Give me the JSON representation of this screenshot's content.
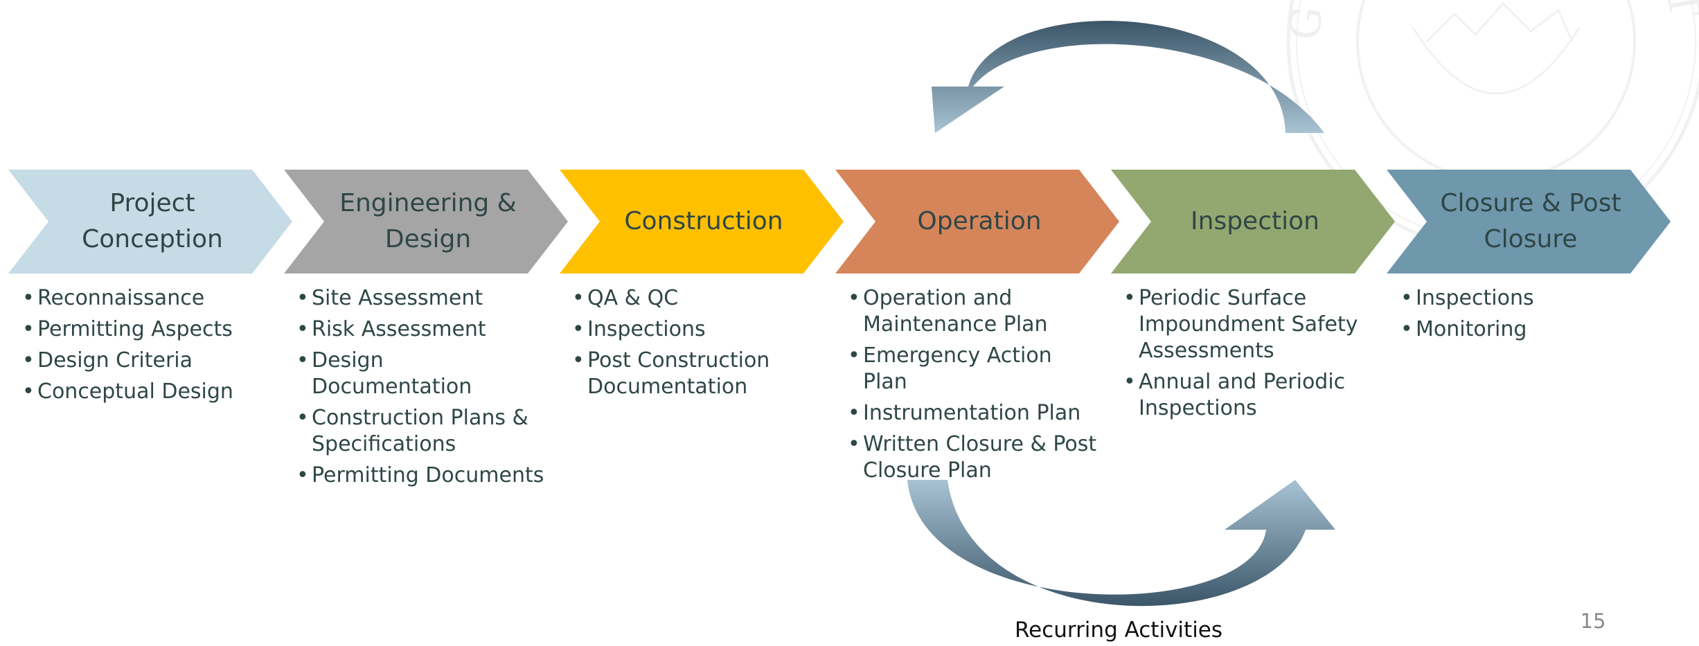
{
  "stages": [
    {
      "title": "Project\nConception",
      "color": "#c5dbe6",
      "bullets": [
        "Reconnaissance",
        "Permitting Aspects",
        "Design Criteria",
        "Conceptual Design"
      ]
    },
    {
      "title": "Engineering &\nDesign",
      "color": "#a5a5a5",
      "bullets": [
        "Site Assessment",
        "Risk Assessment",
        "Design Documentation",
        "Construction Plans &\nSpecifications",
        "Permitting Documents"
      ]
    },
    {
      "title": "Construction",
      "color": "#ffc000",
      "bullets": [
        "QA & QC",
        "Inspections",
        "Post Construction\nDocumentation"
      ]
    },
    {
      "title": "Operation",
      "color": "#d6855b",
      "bullets": [
        "Operation and\nMaintenance Plan",
        "Emergency Action Plan",
        "Instrumentation Plan",
        "Written Closure & Post\nClosure Plan"
      ]
    },
    {
      "title": "Inspection",
      "color": "#92a870",
      "bullets": [
        "Periodic Surface\nImpoundment Safety\nAssessments",
        "Annual and Periodic\nInspections"
      ]
    },
    {
      "title": "Closure & Post\nClosure",
      "color": "#6f98ad",
      "bullets": [
        "Inspections",
        "Monitoring"
      ]
    }
  ],
  "cycle_arrows": {
    "color_dark": "#3b5668",
    "color_light": "#a8c3d4"
  },
  "seal": {
    "text": "GREAT SEAL OF THE STATE OF ARIZONA",
    "color": "#e6e6e6"
  },
  "recurring_label": "Recurring Activities",
  "page_number": "15"
}
